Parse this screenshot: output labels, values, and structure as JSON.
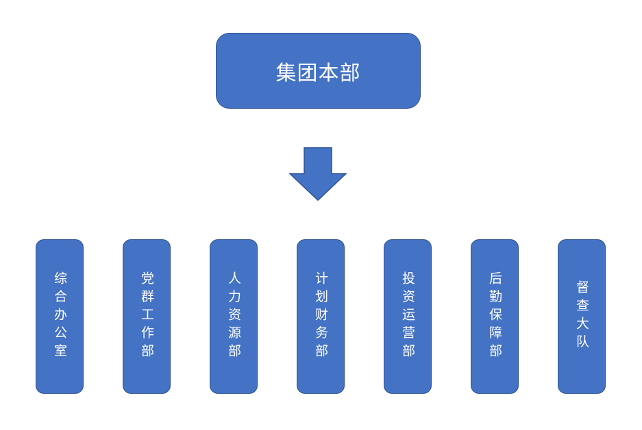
{
  "headquarters": {
    "label": "集团本部"
  },
  "arrow_icon": "down-arrow-icon",
  "colors": {
    "fill": "#4472C4",
    "border": "#2F528F",
    "text": "#FFFFFF"
  },
  "departments": [
    {
      "label": "综合办公室"
    },
    {
      "label": "党群工作部"
    },
    {
      "label": "人力资源部"
    },
    {
      "label": "计划财务部"
    },
    {
      "label": "投资运营部"
    },
    {
      "label": "后勤保障部"
    },
    {
      "label": "督查大队"
    }
  ]
}
